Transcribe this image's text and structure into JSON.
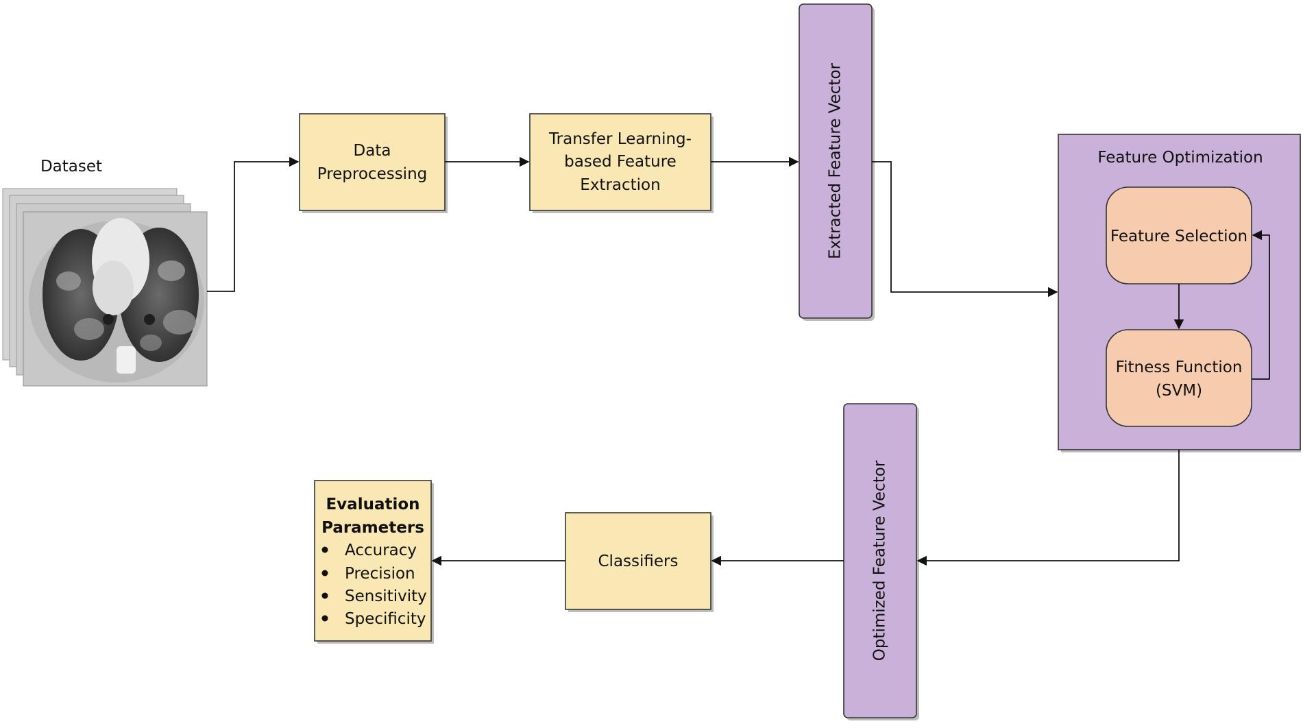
{
  "dataset": {
    "label": "Dataset"
  },
  "nodes": {
    "data_preprocessing": [
      "Data",
      "Preprocessing"
    ],
    "transfer_learning": [
      "Transfer Learning-",
      "based Feature",
      "Extraction"
    ],
    "extracted_vector": "Extracted Feature Vector",
    "feature_optimization": "Feature Optimization",
    "feature_selection": "Feature Selection",
    "fitness_function": [
      "Fitness Function",
      "(SVM)"
    ],
    "optimized_vector": "Optimized Feature Vector",
    "classifiers": "Classifiers"
  },
  "evaluation": {
    "title": [
      "Evaluation",
      "Parameters"
    ],
    "items": [
      "Accuracy",
      "Precision",
      "Sensitivity",
      "Specificity"
    ]
  },
  "colors": {
    "process_box": "#fae8b4",
    "vector_box": "#c9b1d9",
    "optimization_inner": "#f7ccae",
    "connector": "#111111"
  }
}
